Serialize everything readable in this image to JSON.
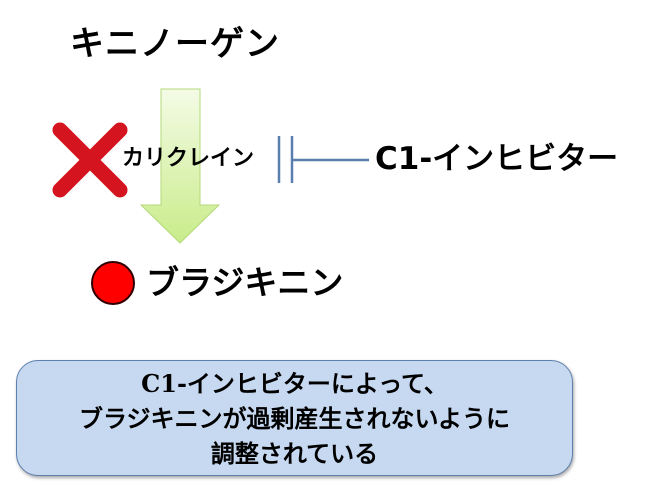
{
  "diagram": {
    "source_substance": "キニノーゲン",
    "enzyme": "カリクレイン",
    "inhibitor": "C1-インヒビター",
    "product": "ブラジキニン",
    "markers": {
      "enzyme_marker": "cross-mark",
      "product_marker": "red-circle"
    },
    "colors": {
      "cross": "#d4141e",
      "circle": "#ff0000",
      "arrow_fill_top": "#f4fbe6",
      "arrow_fill_bottom": "#c9ec8a",
      "arrow_border": "#b5d97a",
      "inhibitor_line": "#5a7fae",
      "note_fill": "#c6d9f1",
      "note_border": "#5f80ad"
    }
  },
  "note": {
    "lines": [
      "C1-インヒビターによって、",
      "ブラジキニンが過剰産生されないように",
      "調整されている"
    ]
  }
}
